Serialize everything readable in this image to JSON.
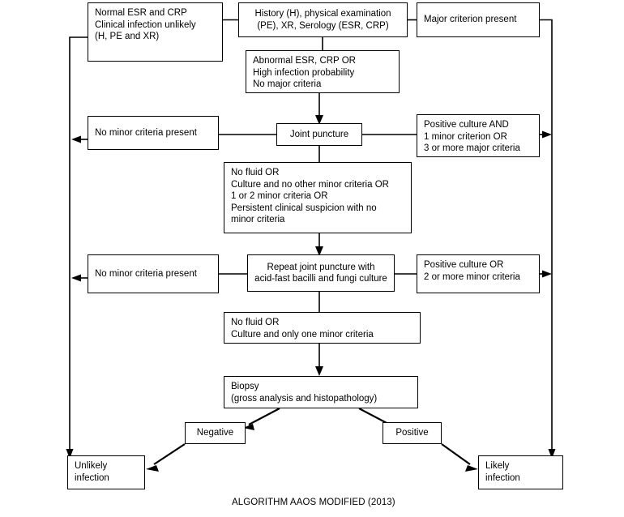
{
  "diagram": {
    "caption": "ALGORITHM AAOS MODIFIED (2013)",
    "nodes": {
      "normal_esr": "Normal ESR and CRP\nClinical infection unlikely\n(H, PE and XR)",
      "history": "History (H), physical examination\n(PE), XR, Serology (ESR, CRP)",
      "major_criterion": "Major criterion present",
      "abnormal_esr": "Abnormal ESR, CRP OR\nHigh infection probability\nNo major criteria",
      "no_minor_1": "No minor criteria present",
      "joint_puncture": "Joint puncture",
      "positive_culture_and": "Positive culture AND\n1 minor criterion OR\n3 or more major criteria",
      "no_fluid_1": "No fluid OR\nCulture and no other minor criteria OR\n1 or 2 minor criteria OR\nPersistent clinical suspicion with no\nminor criteria",
      "no_minor_2": "No minor criteria present",
      "repeat_puncture": "Repeat joint puncture with\nacid-fast bacilli and fungi culture",
      "positive_culture_or": "Positive culture OR\n2 or more minor criteria",
      "no_fluid_2": "No fluid OR\nCulture and only one minor criteria",
      "biopsy": "Biopsy\n(gross analysis and histopathology)",
      "negative": "Negative",
      "positive": "Positive",
      "unlikely_infection": "Unlikely\ninfection",
      "likely_infection": "Likely\ninfection"
    },
    "colors": {
      "stroke": "#000000",
      "fill": "#ffffff",
      "text": "#000000"
    }
  }
}
